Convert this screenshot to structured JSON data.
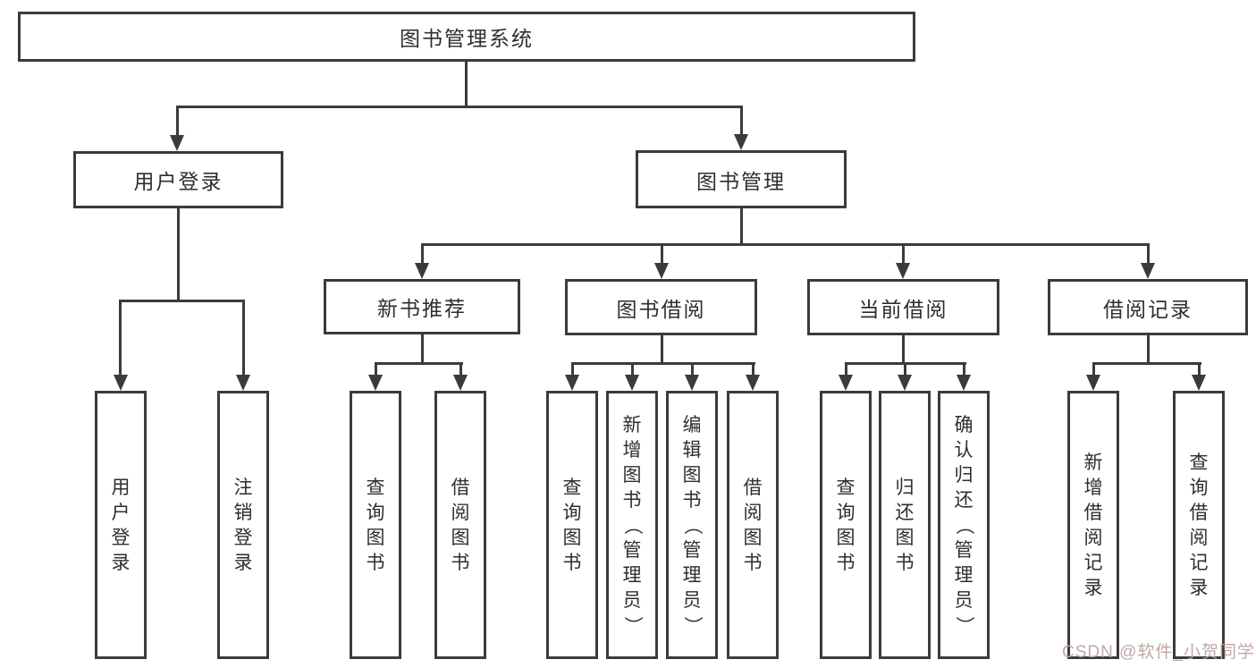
{
  "diagram": {
    "root": {
      "label": "图书管理系统"
    },
    "branches": [
      {
        "label": "用户登录",
        "leaves": [
          "用户登录",
          "注销登录"
        ]
      },
      {
        "label": "图书管理",
        "groups": [
          {
            "label": "新书推荐",
            "leaves": [
              "查询图书",
              "借阅图书"
            ]
          },
          {
            "label": "图书借阅",
            "leaves": [
              "查询图书",
              "新增图书（管理员）",
              "编辑图书（管理员）",
              "借阅图书"
            ]
          },
          {
            "label": "当前借阅",
            "leaves": [
              "查询图书",
              "归还图书",
              "确认归还（管理员）"
            ]
          },
          {
            "label": "借阅记录",
            "leaves": [
              "新增借阅记录",
              "查询借阅记录"
            ]
          }
        ]
      }
    ]
  },
  "watermark": {
    "text": "CSDN @软件_小贺同学"
  },
  "colors": {
    "line": "#3b3b3b",
    "text": "#2e2e2e",
    "background": "#ffffff",
    "watermark": "#c0a2a2"
  }
}
